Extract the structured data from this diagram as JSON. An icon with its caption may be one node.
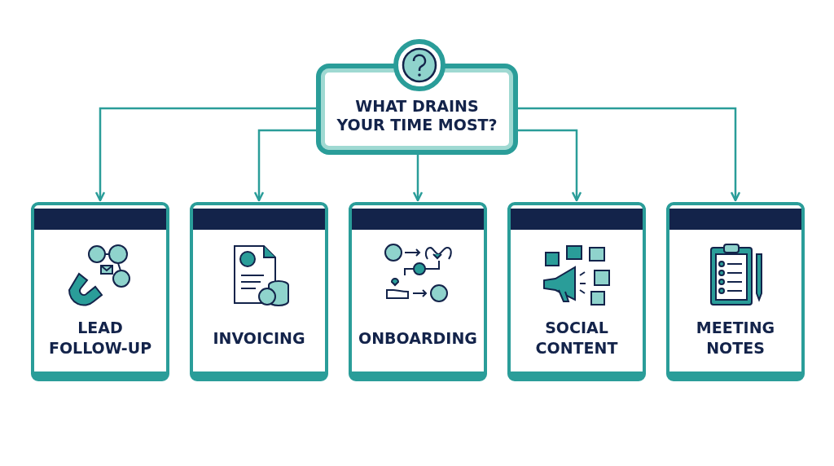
{
  "diagram": {
    "nodes": [
      {
        "text": [
          "WHAT DRAINS YOUR TIME MOST?"
        ]
      },
      {
        "text": [
          "LEAD FOLLOW-UP"
        ]
      },
      {
        "text": [
          "INVOICING"
        ]
      },
      {
        "text": [
          "ONBOARDING"
        ]
      },
      {
        "text": [
          "SOCIAL CONTENT"
        ]
      },
      {
        "text": [
          "MEETING NOTES"
        ]
      }
    ],
    "edges": [
      {
        "from": 0,
        "to": 1,
        "arrow": "to"
      },
      {
        "from": 0,
        "to": 2,
        "arrow": "to"
      },
      {
        "from": 0,
        "to": 3,
        "arrow": "to"
      },
      {
        "from": 0,
        "to": 4,
        "arrow": "to"
      },
      {
        "from": 0,
        "to": 5,
        "arrow": "to"
      }
    ]
  }
}
